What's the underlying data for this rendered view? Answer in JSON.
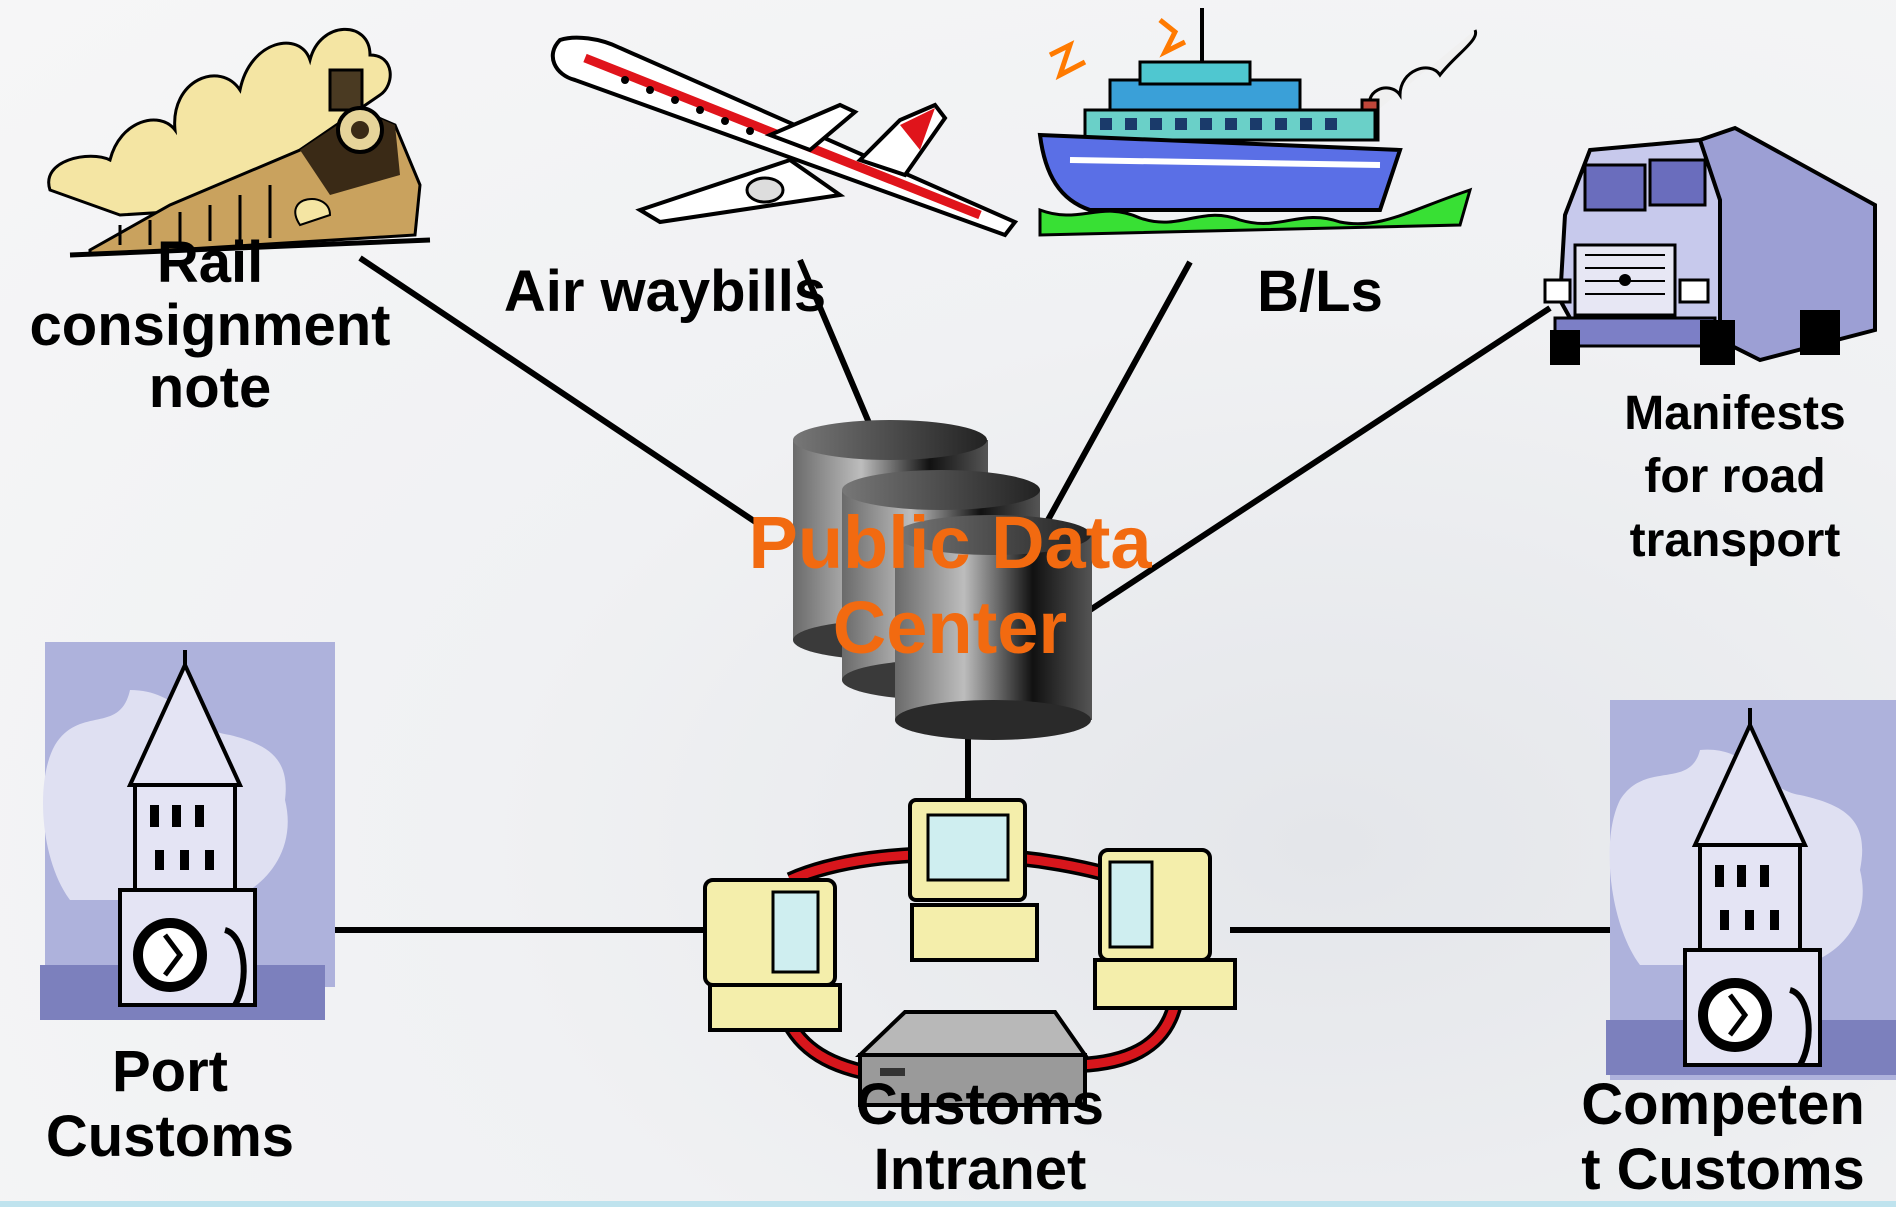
{
  "nodes": {
    "rail": {
      "label": "Rail\nconsignment\nnote",
      "icon": "steam-train-icon"
    },
    "air": {
      "label": "Air waybills",
      "icon": "airplane-icon"
    },
    "sea": {
      "label": "B/Ls",
      "icon": "cargo-ship-icon"
    },
    "road": {
      "label": "Manifests\nfor road\ntransport",
      "icon": "truck-icon"
    },
    "center": {
      "label": "Public Data\nCenter",
      "icon": "database-cylinders-icon"
    },
    "intranet": {
      "label": "Customs\nIntranet",
      "icon": "computer-network-icon"
    },
    "port": {
      "label": "Port\nCustoms",
      "icon": "clock-tower-icon"
    },
    "competent": {
      "label": "Competen\nt Customs",
      "icon": "clock-tower-icon"
    }
  },
  "colors": {
    "center_label": "#f26a10",
    "network_ring": "#d7161c",
    "tower_backdrop": "#aeb2dc",
    "ship_hull": "#5a6fe6"
  }
}
